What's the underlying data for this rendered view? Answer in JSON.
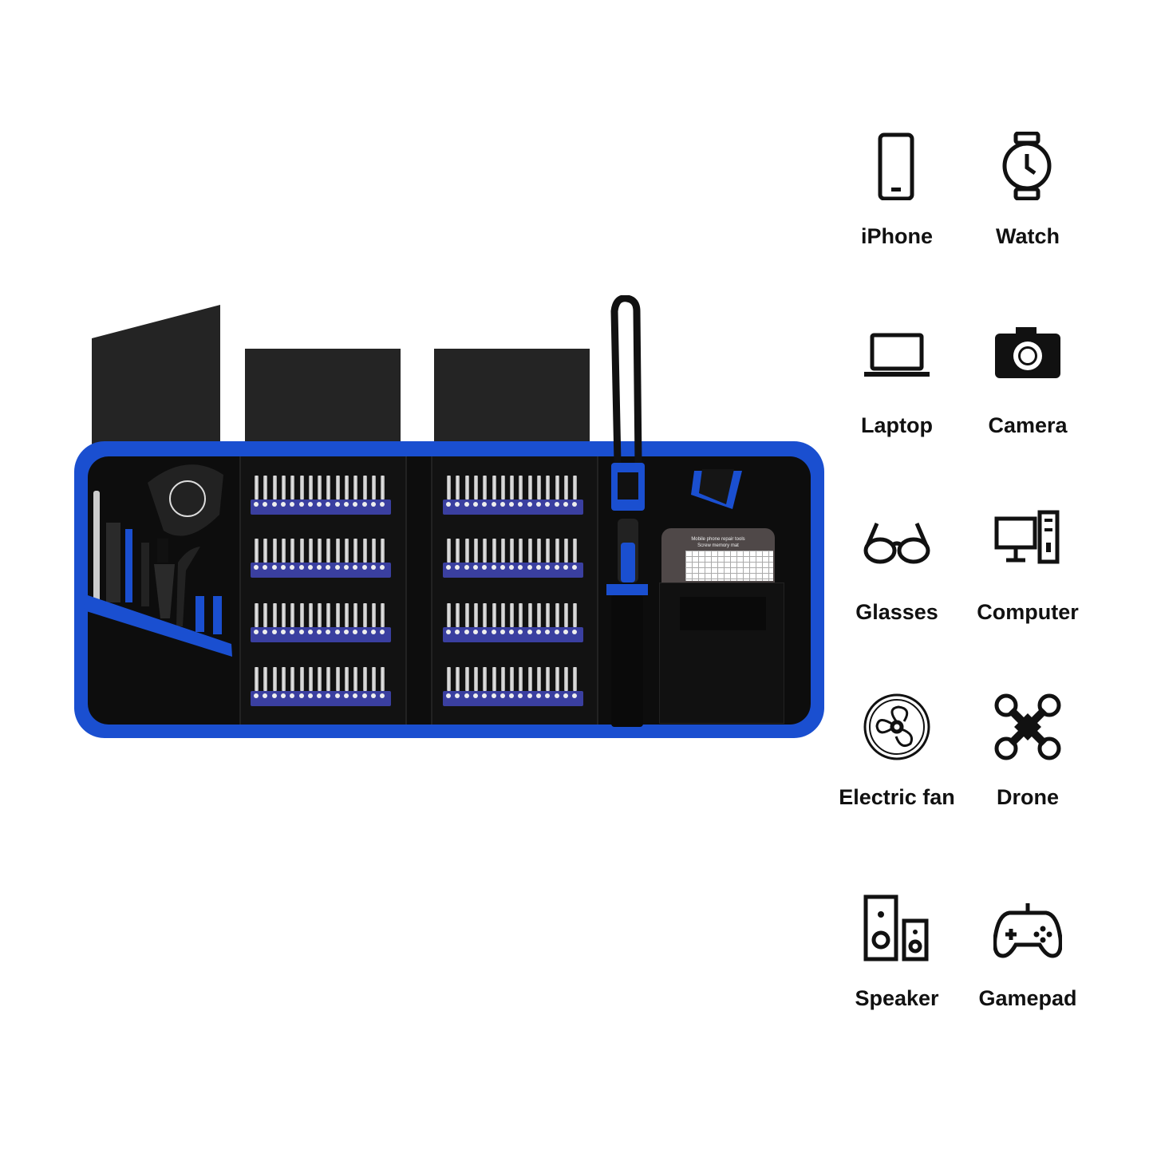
{
  "product": {
    "memory_mat_line1": "Mobile phone repair tools",
    "memory_mat_line2": "Screw memory mat",
    "bits_per_rack": 15,
    "rack_count": 8
  },
  "compatible_devices": [
    {
      "label": "iPhone",
      "icon": "phone-icon"
    },
    {
      "label": "Watch",
      "icon": "watch-icon"
    },
    {
      "label": "Laptop",
      "icon": "laptop-icon"
    },
    {
      "label": "Camera",
      "icon": "camera-icon"
    },
    {
      "label": "Glasses",
      "icon": "glasses-icon"
    },
    {
      "label": "Computer",
      "icon": "computer-icon"
    },
    {
      "label": "Electric fan",
      "icon": "fan-icon"
    },
    {
      "label": "Drone",
      "icon": "drone-icon"
    },
    {
      "label": "Speaker",
      "icon": "speaker-icon"
    },
    {
      "label": "Gamepad",
      "icon": "gamepad-icon"
    }
  ],
  "colors": {
    "accent": "#1a4fd0",
    "rack": "#3a3fa0",
    "bag": "#0d0d0d"
  }
}
